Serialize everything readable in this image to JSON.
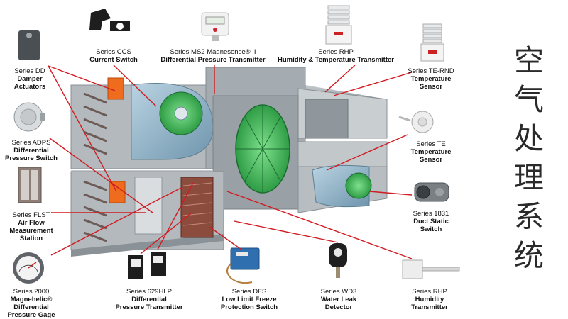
{
  "title_vertical": [
    "空",
    "气",
    "处",
    "理",
    "系",
    "统"
  ],
  "colors": {
    "leader": "#d01c22",
    "fan_green": "#2fae4a",
    "duct": "#8e969c",
    "actuator": "#ef6b1e"
  },
  "components": [
    {
      "series": "Series DD",
      "name": [
        "Damper",
        "Actuators"
      ],
      "icon": "damper-actuator-icon"
    },
    {
      "series": "Series CCS",
      "name": [
        "Current Switch"
      ],
      "icon": "current-switch-icon"
    },
    {
      "series": "Series MS2 Magnesense® II",
      "name": [
        "Differential Pressure Transmitter"
      ],
      "icon": "pressure-transmitter-icon"
    },
    {
      "series": "Series RHP",
      "name": [
        "Humidity & Temperature Transmitter"
      ],
      "icon": "humidity-temperature-icon"
    },
    {
      "series": "Series TE-RND",
      "name": [
        "Temperature",
        "Sensor"
      ],
      "icon": "temperature-sensor-icon"
    },
    {
      "series": "Series ADPS",
      "name": [
        "Differential",
        "Pressure Switch"
      ],
      "icon": "pressure-switch-icon"
    },
    {
      "series": "Series TE",
      "name": [
        "Temperature",
        "Sensor"
      ],
      "icon": "duct-temperature-icon"
    },
    {
      "series": "Series FLST",
      "name": [
        "Air Flow",
        "Measurement",
        "Station"
      ],
      "icon": "airflow-station-icon"
    },
    {
      "series": "Series 1831",
      "name": [
        "Duct Static",
        "Switch"
      ],
      "icon": "static-switch-icon"
    },
    {
      "series": "Series 2000",
      "name": [
        "Magnehelic®",
        "Differential",
        "Pressure Gage"
      ],
      "icon": "pressure-gage-icon"
    },
    {
      "series": "Series 629HLP",
      "name": [
        "Differential",
        "Pressure Transmitter"
      ],
      "icon": "629hlp-transmitter-icon"
    },
    {
      "series": "Series DFS",
      "name": [
        "Low Limit Freeze",
        "Protection Switch"
      ],
      "icon": "freeze-switch-icon"
    },
    {
      "series": "Series WD3",
      "name": [
        "Water Leak",
        "Detector"
      ],
      "icon": "water-leak-icon"
    },
    {
      "series": "Series RHP",
      "name": [
        "Humidity",
        "Transmitter"
      ],
      "icon": "humidity-transmitter-icon"
    }
  ]
}
